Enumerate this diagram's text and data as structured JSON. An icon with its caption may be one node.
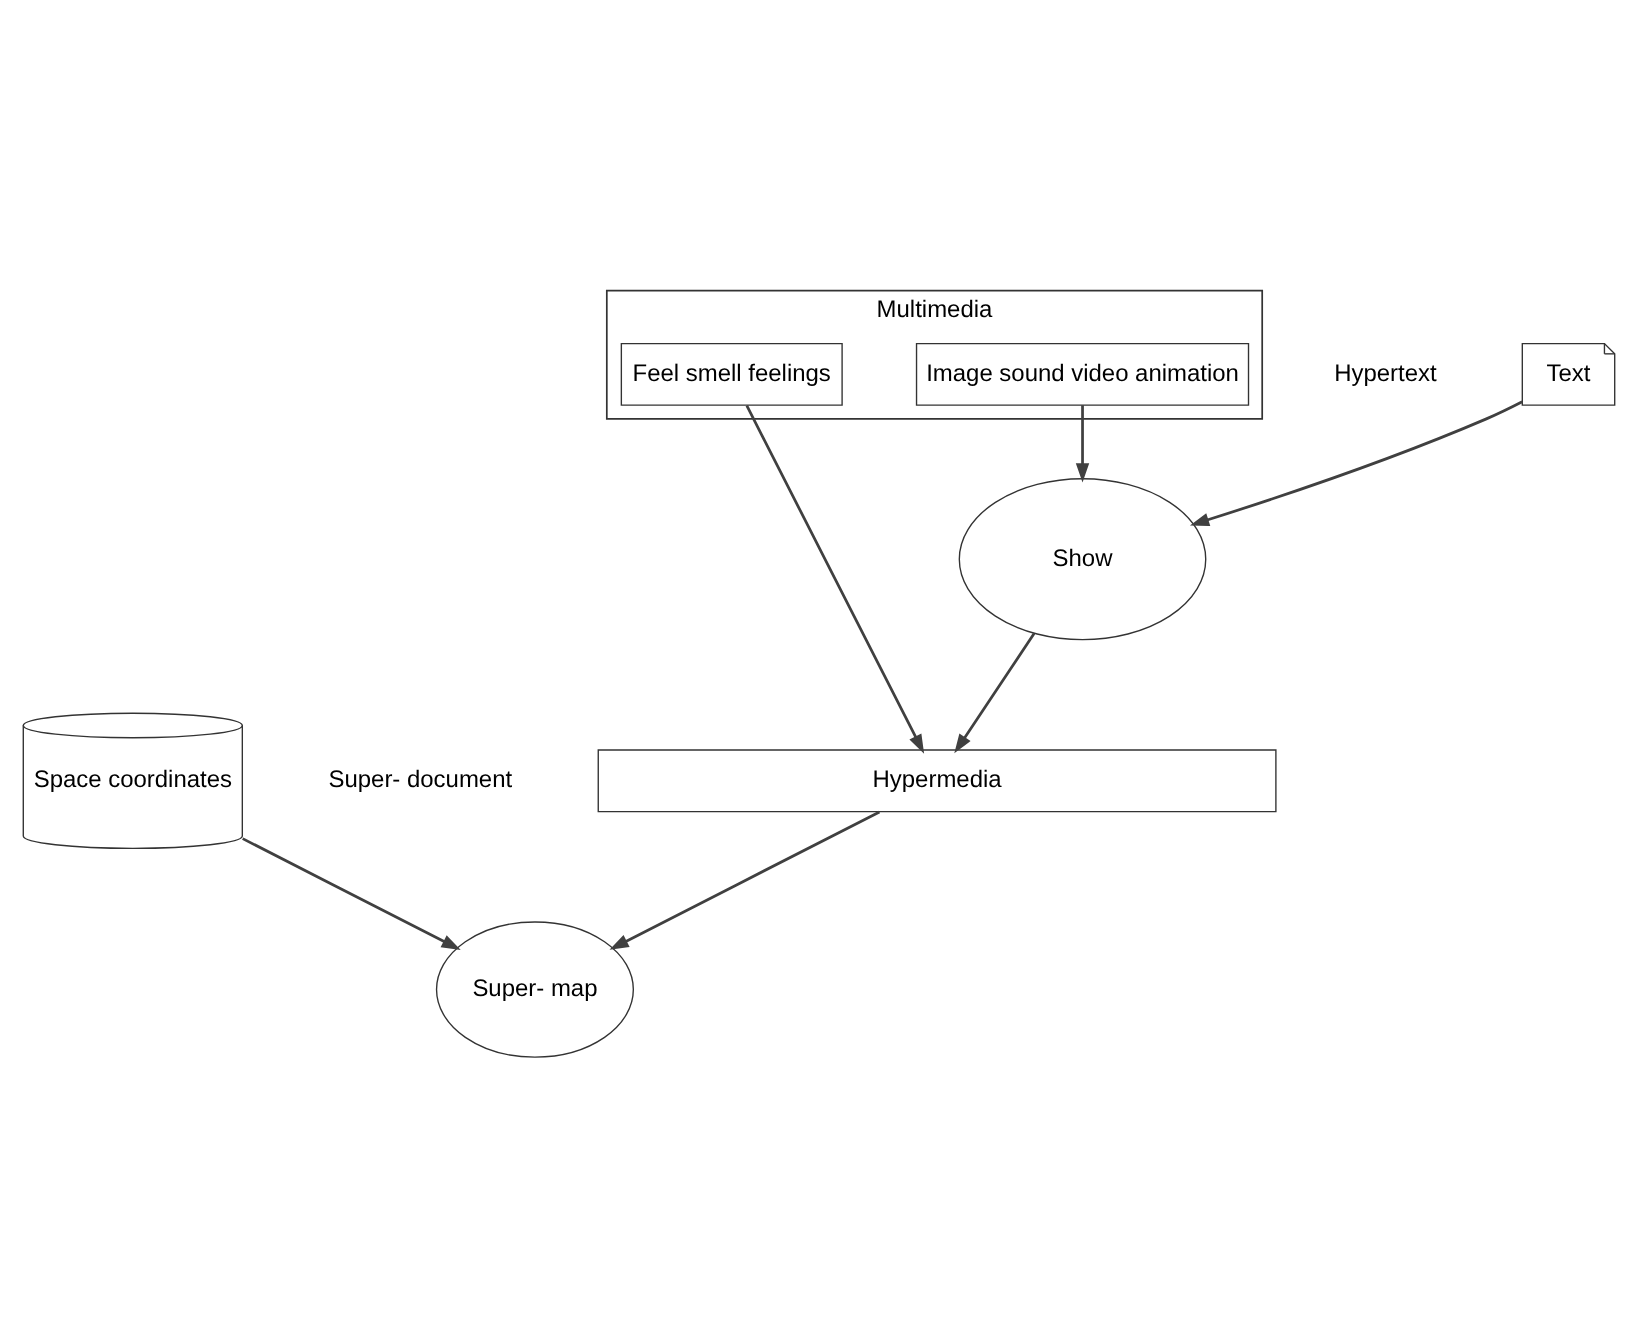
{
  "diagram": {
    "nodes": [
      {
        "text": [
          "Multimedia"
        ]
      },
      {
        "text": [
          "Image sound video animation"
        ],
        "in": 0
      },
      {
        "text": [
          "Feel smell feelings"
        ],
        "in": 0
      },
      {
        "text": [
          "Text"
        ]
      },
      {
        "text": [
          "Show"
        ]
      },
      {
        "text": [
          "Hypermedia"
        ]
      },
      {
        "text": [
          "Space coordinates"
        ]
      },
      {
        "text": [
          "Super- map"
        ]
      }
    ],
    "edges": [
      {
        "from": 3,
        "to": 4,
        "arrow": "to"
      },
      {
        "from": 1,
        "to": 4,
        "arrow": "to"
      },
      {
        "from": 4,
        "to": 5,
        "arrow": "to"
      },
      {
        "from": 2,
        "to": 5,
        "arrow": "to"
      },
      {
        "from": 5,
        "to": 7,
        "arrow": "to"
      },
      {
        "from": 6,
        "to": 7,
        "arrow": "to"
      }
    ],
    "labels": [
      "Hypertext",
      "Super- document"
    ]
  }
}
